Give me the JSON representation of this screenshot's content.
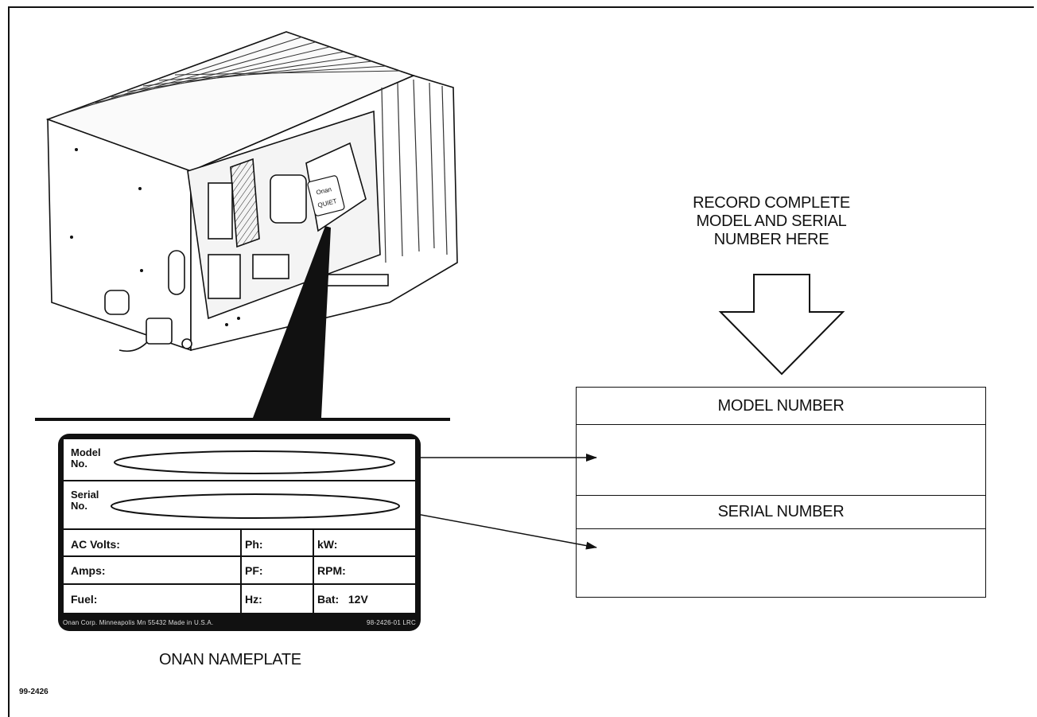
{
  "record_instruction": [
    "RECORD COMPLETE",
    "MODEL AND SERIAL",
    "NUMBER HERE"
  ],
  "record_table": {
    "model_header": "MODEL NUMBER",
    "model_value": "",
    "serial_header": "SERIAL NUMBER",
    "serial_value": ""
  },
  "nameplate": {
    "model_label": [
      "Model",
      "No."
    ],
    "serial_label": [
      "Serial",
      "No."
    ],
    "rows": [
      [
        "AC Volts:",
        "Ph:",
        "kW:"
      ],
      [
        "Amps:",
        "PF:",
        "RPM:"
      ],
      [
        "Fuel:",
        "Hz:",
        "Bat:   12V"
      ]
    ],
    "footer_left": "Onan Corp. Minneapolis Mn 55432  Made in U.S.A.",
    "footer_right": "98-2426-01  LRC",
    "caption": "ONAN NAMEPLATE"
  },
  "generator_badge": [
    "Onan",
    "QUIET"
  ],
  "figure_id": "99-2426"
}
